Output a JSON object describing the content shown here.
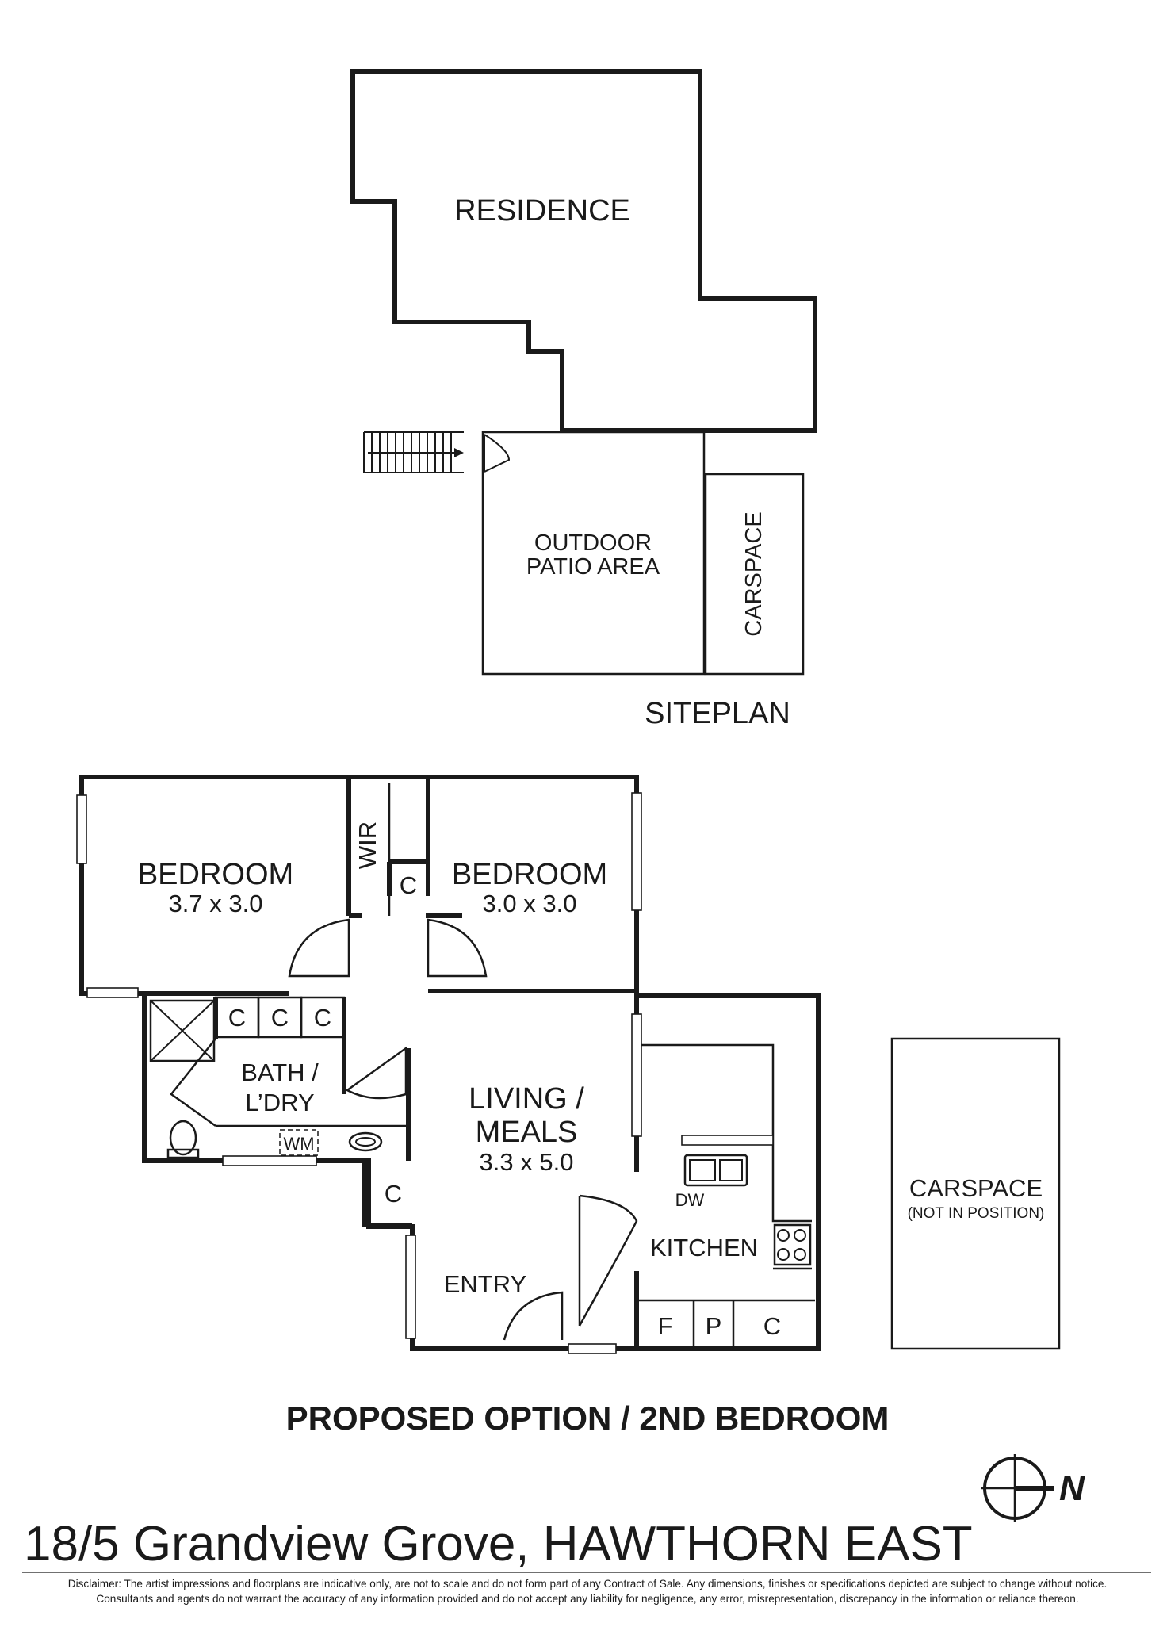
{
  "siteplan": {
    "title": "SITEPLAN",
    "residence": "RESIDENCE",
    "patio_line1": "OUTDOOR",
    "patio_line2": "PATIO AREA",
    "carspace": "CARSPACE"
  },
  "floorplan": {
    "bedroom1": {
      "name": "BEDROOM",
      "size": "3.7 x 3.0"
    },
    "bedroom2": {
      "name": "BEDROOM",
      "size": "3.0 x 3.0"
    },
    "wir": "WIR",
    "cupboard": "C",
    "bath_line1": "BATH /",
    "bath_line2": "L’DRY",
    "wm": "WM",
    "living_line1": "LIVING /",
    "living_line2": "MEALS",
    "living_size": "3.3 x 5.0",
    "entry": "ENTRY",
    "kitchen": "KITCHEN",
    "dw": "DW",
    "fridge": "F",
    "pantry": "P",
    "carspace": "CARSPACE",
    "carspace_note": "(NOT IN POSITION)"
  },
  "heading": "PROPOSED OPTION / 2ND BEDROOM",
  "compass_label": "N",
  "address": "18/5 Grandview Grove, HAWTHORN EAST",
  "disclaimer": {
    "line1": "Disclaimer: The artist impressions and floorplans are indicative only, are not to scale and do not form part of any Contract of Sale.  Any dimensions, finishes or specifications depicted are subject to change without notice.",
    "line2": "Consultants and agents do not warrant the accuracy of any information provided and do not accept any liability for negligence, any error, misrepresentation, discrepancy in the information or reliance thereon."
  }
}
